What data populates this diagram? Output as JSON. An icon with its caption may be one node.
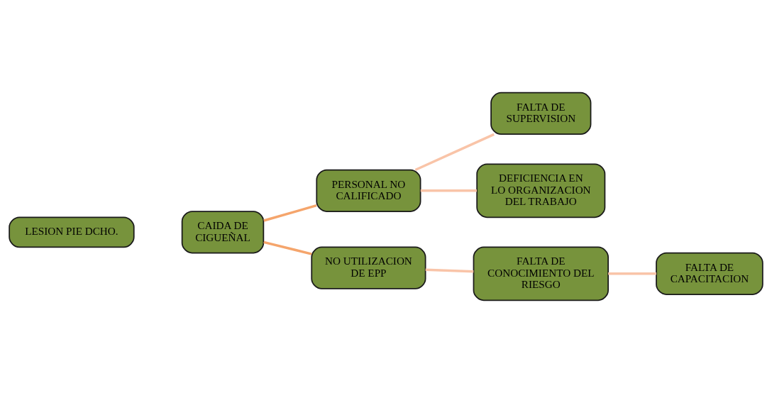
{
  "diagram": {
    "nodes": [
      {
        "text": [
          "LESION PIE DCHO."
        ]
      },
      {
        "text": [
          "CAIDA DE CIGUEÑAL"
        ]
      },
      {
        "text": [
          "PERSONAL NO CALIFICADO"
        ]
      },
      {
        "text": [
          "NO UTILIZACION DE EPP"
        ]
      },
      {
        "text": [
          "FALTA DE SUPERVISION"
        ]
      },
      {
        "text": [
          "DEFICIENCIA EN LO ORGANIZACION DEL TRABAJO"
        ]
      },
      {
        "text": [
          "FALTA DE CONOCIMIENTO DEL RIESGO"
        ]
      },
      {
        "text": [
          "FALTA DE CAPACITACION"
        ]
      }
    ],
    "edges": [
      {
        "from": 1,
        "to": 2,
        "arrow": "none",
        "color": "#f5a56c"
      },
      {
        "from": 1,
        "to": 3,
        "arrow": "none",
        "color": "#f5a56c"
      },
      {
        "from": 2,
        "to": 4,
        "arrow": "none"
      },
      {
        "from": 2,
        "to": 5,
        "arrow": "none"
      },
      {
        "from": 3,
        "to": 6,
        "arrow": "none"
      },
      {
        "from": 6,
        "to": 7,
        "arrow": "none"
      }
    ]
  }
}
